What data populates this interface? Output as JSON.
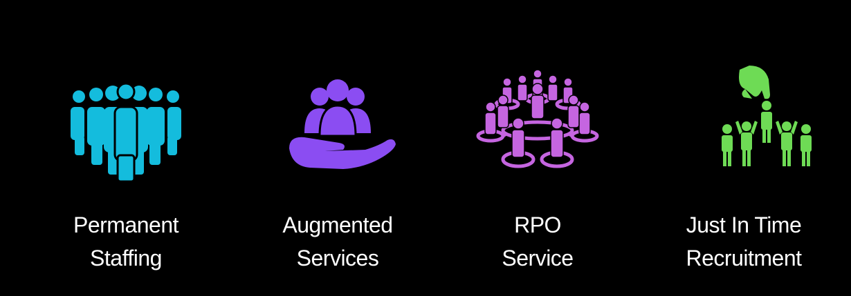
{
  "services": [
    {
      "line1": "Permanent",
      "line2": "Staffing",
      "icon": "team-group-icon",
      "color": "#14BCDD"
    },
    {
      "line1": "Augmented",
      "line2": "Services",
      "icon": "hand-holding-people-icon",
      "color": "#8B4DF2"
    },
    {
      "line1": "RPO",
      "line2": "Service",
      "icon": "people-network-icon",
      "color": "#C565E0"
    },
    {
      "line1": "Just In Time",
      "line2": "Recruitment",
      "icon": "hand-picking-person-icon",
      "color": "#6EDB55"
    }
  ]
}
